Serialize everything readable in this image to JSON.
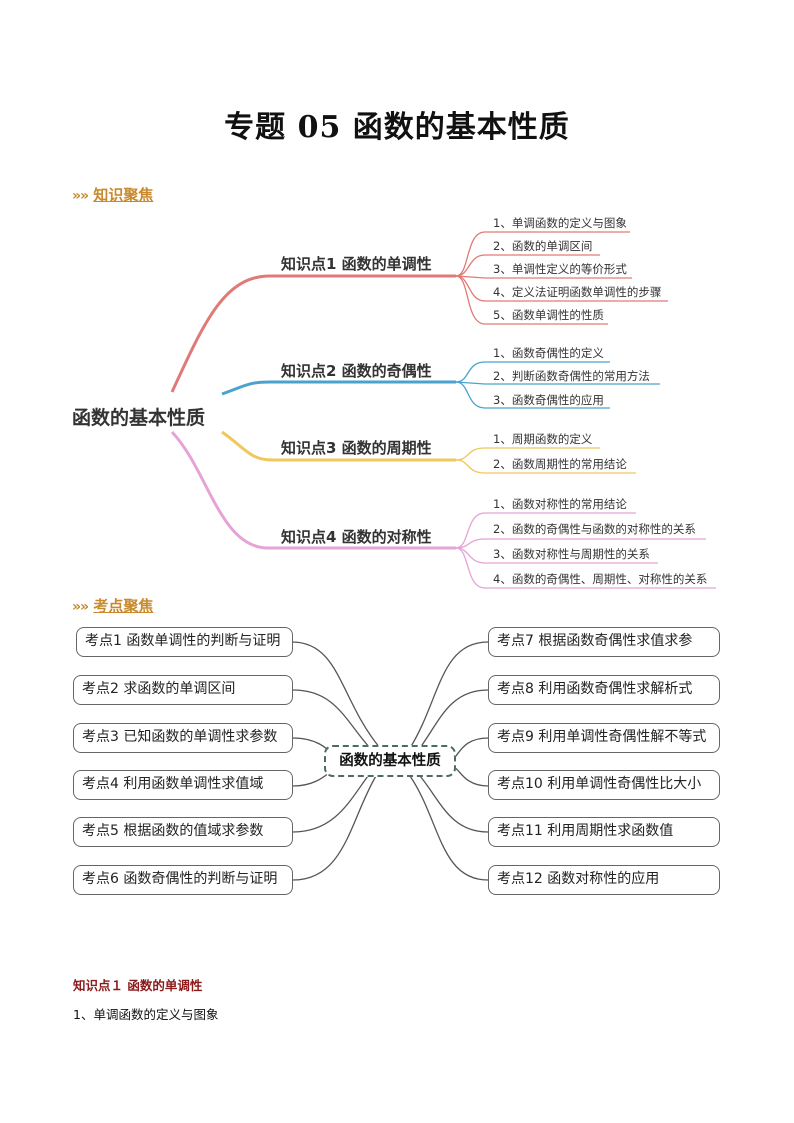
{
  "page_title": "专题 05  函数的基本性质",
  "section1": {
    "arrow": "»",
    "label": "知识聚焦"
  },
  "section2": {
    "arrow": "»",
    "label": "考点聚焦"
  },
  "mindmap1": {
    "root": "函数的基本性质",
    "branches": [
      {
        "label": "知识点1  函数的单调性",
        "color": "#e07a76",
        "items": [
          "1、单调函数的定义与图象",
          "2、函数的单调区间",
          "3、单调性定义的等价形式",
          "4、定义法证明函数单调性的步骤",
          "5、函数单调性的性质"
        ]
      },
      {
        "label": "知识点2  函数的奇偶性",
        "color": "#4aa3cf",
        "items": [
          "1、函数奇偶性的定义",
          "2、判断函数奇偶性的常用方法",
          "3、函数奇偶性的应用"
        ]
      },
      {
        "label": "知识点3  函数的周期性",
        "color": "#efc75b",
        "items": [
          "1、周期函数的定义",
          "2、函数周期性的常用结论"
        ]
      },
      {
        "label": "知识点4  函数的对称性",
        "color": "#e6a3d6",
        "items": [
          "1、函数对称性的常用结论",
          "2、函数的奇偶性与函数的对称性的关系",
          "3、函数对称性与周期性的关系",
          "4、函数的奇偶性、周期性、对称性的关系"
        ]
      }
    ]
  },
  "mindmap2": {
    "center": "函数的基本性质",
    "left": [
      "考点1 函数单调性的判断与证明",
      "考点2  求函数的单调区间",
      "考点3  已知函数的单调性求参数",
      "考点4  利用函数单调性求值域",
      "考点5  根据函数的值域求参数",
      "考点6  函数奇偶性的判断与证明"
    ],
    "right": [
      "考点7  根据函数奇偶性求值求参",
      "考点8  利用函数奇偶性求解析式",
      "考点9  利用单调性奇偶性解不等式",
      "考点10  利用单调性奇偶性比大小",
      "考点11  利用周期性求函数值",
      "考点12  函数对称性的应用"
    ]
  },
  "content": {
    "heading": "知识点１   函数的单调性",
    "line1": "1、单调函数的定义与图象"
  }
}
